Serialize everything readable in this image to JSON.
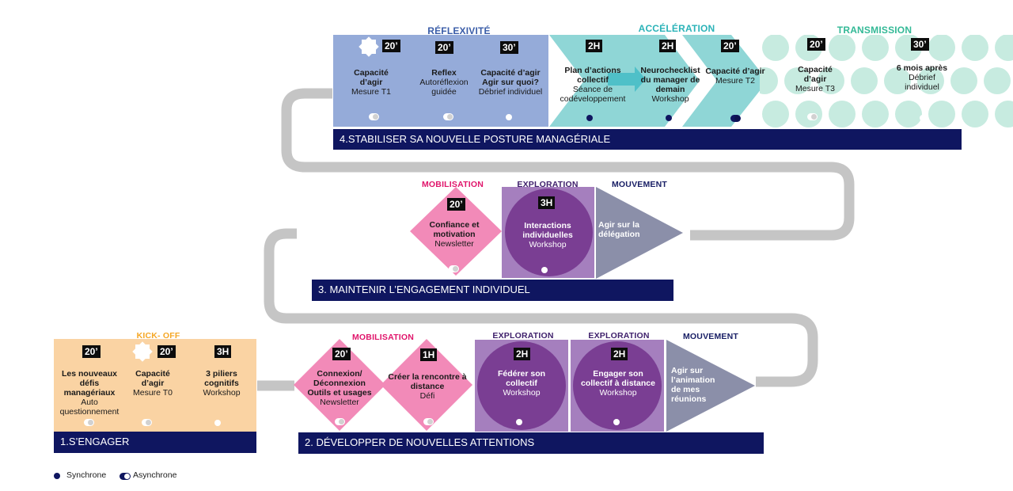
{
  "colors": {
    "navy": "#0f1660",
    "peach": "#fad3a3",
    "pink": "#f28ab8",
    "purple_light": "#a57fbe",
    "purple_dark": "#7a3e93",
    "slate": "#8b8fa9",
    "blue": "#95abd9",
    "teal": "#8fd6d6",
    "mint": "#c7ebe0",
    "gray": "#c5c5c5",
    "orange": "#f5a623",
    "magenta": "#e0156b"
  },
  "legend": {
    "sync": "Synchrone",
    "async": "Asynchrone"
  },
  "section1": {
    "bar": "1.S’ENGAGER",
    "stage": "KICK- OFF",
    "cards": [
      {
        "badge": "20’",
        "title": "Les nouveaux défis managériaux",
        "sub": "Auto questionnement"
      },
      {
        "badge": "20’",
        "title": "Capacité d’agir",
        "sub": "Mesure T0"
      },
      {
        "badge": "3H",
        "title": "3 piliers cognitifs",
        "sub": "Workshop"
      }
    ]
  },
  "section2": {
    "bar": "2. DÉVELOPPER DE NOUVELLES ATTENTIONS",
    "stages": {
      "mobilisation": "MOBILISATION",
      "exploration1": "EXPLORATION",
      "exploration2": "EXPLORATION",
      "mouvement": "MOUVEMENT"
    },
    "cards": [
      {
        "badge": "20’",
        "title": "Connexion/ Déconnexion Outils et usages",
        "sub": "Newsletter"
      },
      {
        "badge": "1H",
        "title": "Créer la rencontre à distance",
        "sub": "Défi"
      },
      {
        "badge": "2H",
        "title": "Fédérer son collectif",
        "sub": "Workshop"
      },
      {
        "badge": "2H",
        "title": "Engager son collectif à distance",
        "sub": "Workshop"
      },
      {
        "badge": "",
        "title": "Agir sur l’animation de mes réunions",
        "sub": ""
      }
    ]
  },
  "section3": {
    "bar": "3. MAINTENIR L’ENGAGEMENT INDIVIDUEL",
    "stages": {
      "mobilisation": "MOBILISATION",
      "exploration": "EXPLORATION",
      "mouvement": "MOUVEMENT"
    },
    "cards": [
      {
        "badge": "20’",
        "title": "Confiance et motivation",
        "sub": "Newsletter"
      },
      {
        "badge": "3H",
        "title": "Interactions individuelles",
        "sub": "Workshop"
      },
      {
        "badge": "",
        "title": "Agir sur la délégation",
        "sub": ""
      }
    ]
  },
  "section4": {
    "bar": "4.STABILISER SA NOUVELLE POSTURE MANAGÉRIALE",
    "stages": {
      "reflexivite": "RÉFLEXIVITÉ",
      "acceleration": "ACCÉLÉRATION",
      "transmission": "TRANSMISSION"
    },
    "cards": [
      {
        "badge": "20’",
        "title": "Capacité d’agir",
        "sub": "Mesure T1"
      },
      {
        "badge": "20’",
        "title": "Reflex",
        "sub": "Autoréflexion guidée"
      },
      {
        "badge": "30’",
        "title": "Capacité d’agir Agir sur quoi?",
        "sub": "Débrief individuel"
      },
      {
        "badge": "2H",
        "title": "Plan d’actions collectif",
        "sub": "Séance de codéveloppement"
      },
      {
        "badge": "2H",
        "title": "Neurochecklist du manager de demain",
        "sub": "Workshop"
      },
      {
        "badge": "20’",
        "title": "Capacité d’agir",
        "sub": "Mesure T2"
      },
      {
        "badge": "20’",
        "title": "Capacité d’agir",
        "sub": "Mesure T3"
      },
      {
        "badge": "30’",
        "title": "6 mois après",
        "sub": "Débrief individuel"
      }
    ]
  }
}
